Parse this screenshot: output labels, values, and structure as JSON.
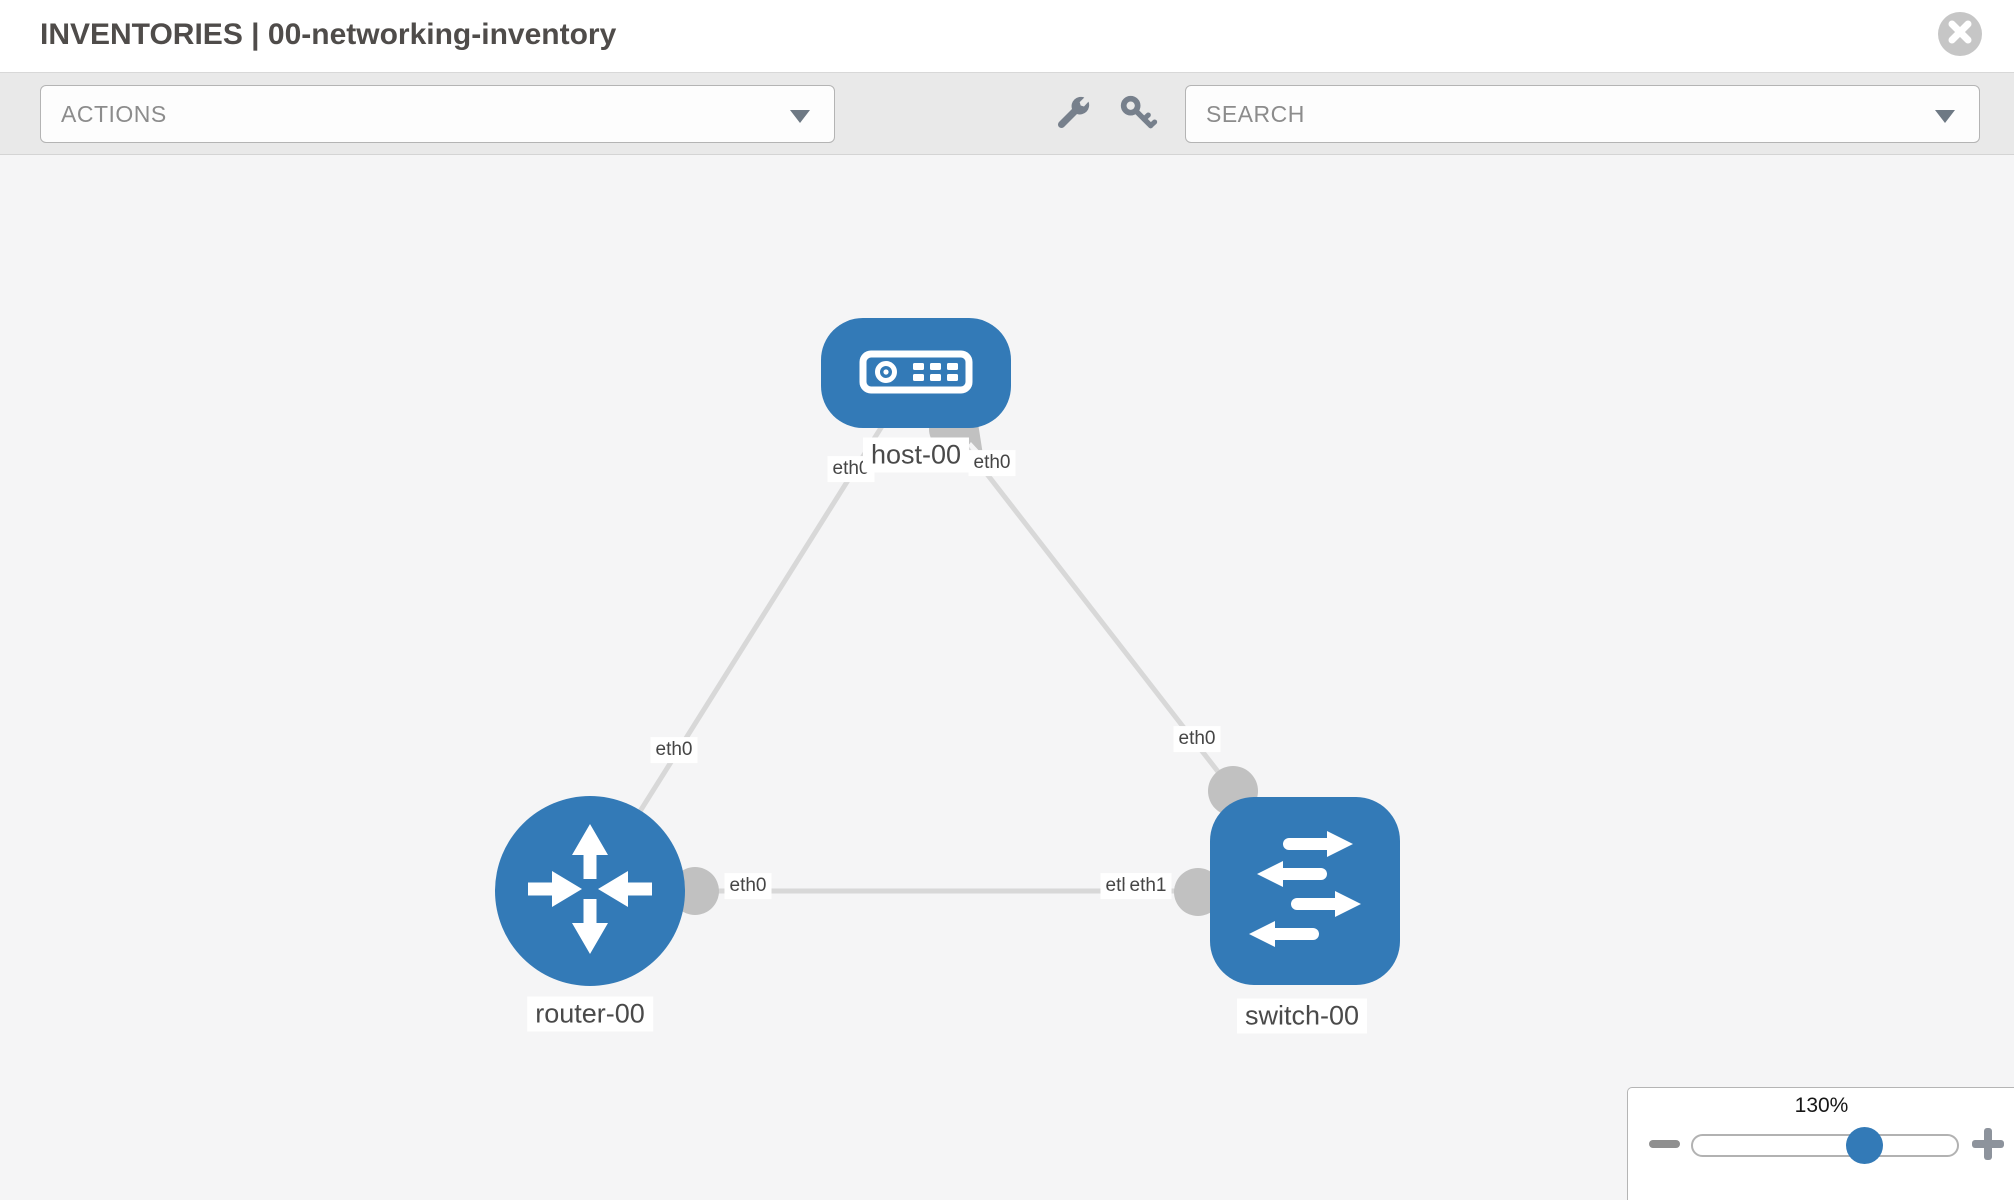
{
  "header": {
    "title": "INVENTORIES | 00-networking-inventory"
  },
  "toolbar": {
    "actions_label": "ACTIONS",
    "search_placeholder": "SEARCH"
  },
  "icons": {
    "close": "x-circle",
    "wrench": "wrench",
    "key": "key",
    "actions_caret": "chevron-down",
    "search_caret": "chevron-down",
    "zoom_out": "minus",
    "zoom_in": "plus"
  },
  "colors": {
    "node_blue": "#337ab7",
    "link_gray": "#d8d8d8",
    "port_gray": "#c1c1c1",
    "toolbar_bg": "#e9e9e9",
    "canvas_bg": "#f5f5f6"
  },
  "canvas": {
    "nodes": [
      {
        "id": "host-00",
        "type": "host",
        "label": "host-00"
      },
      {
        "id": "router-00",
        "type": "router",
        "label": "router-00"
      },
      {
        "id": "switch-00",
        "type": "switch",
        "label": "switch-00"
      }
    ],
    "links": [
      {
        "from": "host-00",
        "to": "router-00"
      },
      {
        "from": "host-00",
        "to": "switch-00"
      },
      {
        "from": "router-00",
        "to": "switch-00"
      }
    ],
    "interfaces": [
      {
        "text": "eth0"
      },
      {
        "text": "eth0"
      },
      {
        "text": "eth0"
      },
      {
        "text": "eth0"
      },
      {
        "text": "eth0"
      },
      {
        "text": "eth0"
      },
      {
        "text": "eth1"
      }
    ]
  },
  "zoom_control": {
    "level": "130%"
  }
}
